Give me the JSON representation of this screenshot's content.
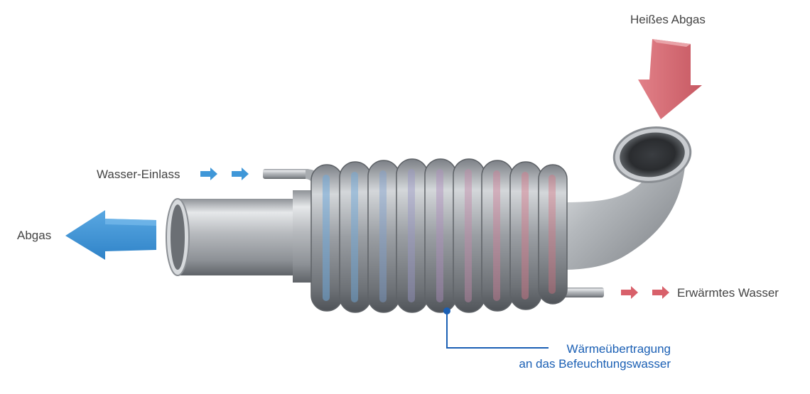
{
  "labels": {
    "hot_exhaust": "Heißes Abgas",
    "water_inlet": "Wasser-Einlass",
    "exhaust_out": "Abgas",
    "heated_water": "Erwärmtes Wasser",
    "heat_transfer_line1": "Wärmeübertragung",
    "heat_transfer_line2": "an das Befeuchtungswasser"
  },
  "colors": {
    "label_text": "#444444",
    "callout_text": "#1a5fb4",
    "hot_arrow": "#d8606a",
    "cold_arrow": "#3f97d8",
    "metal": "#b9bcc0"
  },
  "icons": {
    "hot_exhaust_arrow": "arrow-down-icon",
    "exhaust_out_arrow": "arrow-left-icon",
    "water_inlet_arrows": "arrow-right-icon",
    "heated_water_arrows": "arrow-right-icon"
  }
}
